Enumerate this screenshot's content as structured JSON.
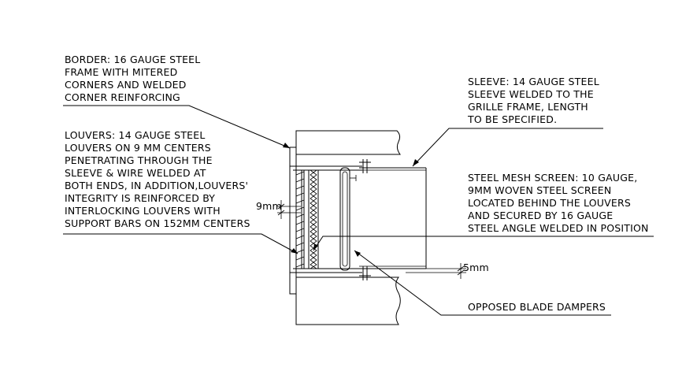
{
  "notes": {
    "border": [
      "BORDER: 16 GAUGE STEEL",
      "FRAME WITH MITERED",
      "CORNERS AND WELDED",
      "CORNER REINFORCING"
    ],
    "louvers": [
      "LOUVERS: 14 GAUGE STEEL",
      "LOUVERS ON 9 MM CENTERS",
      "PENETRATING THROUGH THE",
      "SLEEVE & WIRE WELDED AT",
      "BOTH ENDS, IN ADDITION,LOUVERS'",
      "INTEGRITY IS REINFORCED BY",
      "INTERLOCKING LOUVERS WITH",
      "SUPPORT BARS ON 152MM CENTERS"
    ],
    "sleeve": [
      "SLEEVE: 14 GAUGE STEEL",
      "SLEEVE WELDED TO THE",
      "GRILLE FRAME, LENGTH",
      "TO BE SPECIFIED."
    ],
    "mesh": [
      "STEEL MESH SCREEN: 10 GAUGE,",
      "9MM WOVEN STEEL SCREEN",
      "LOCATED BEHIND THE LOUVERS",
      "AND SECURED BY 16 GAUGE",
      "STEEL ANGLE WELDED IN POSITION"
    ],
    "dampers": "OPPOSED BLADE DAMPERS"
  },
  "dimensions": {
    "louver_spacing": "9mm",
    "gap": "5mm"
  }
}
